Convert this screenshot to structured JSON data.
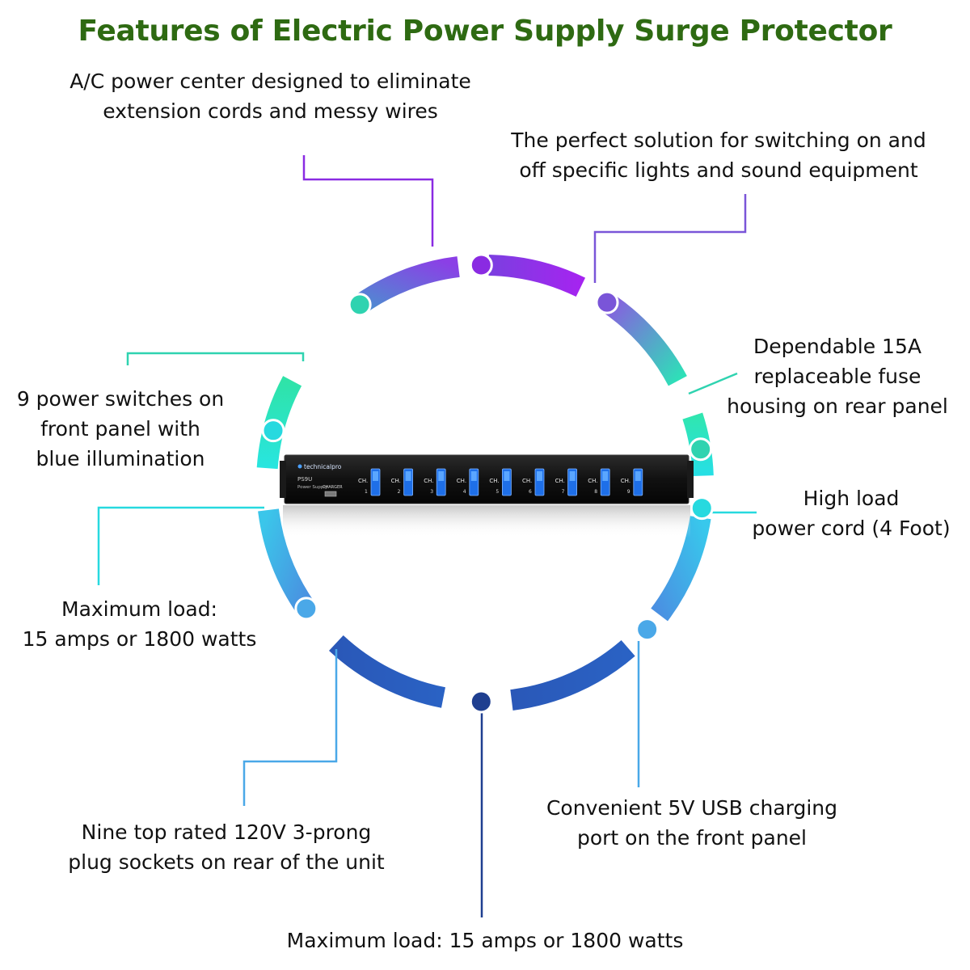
{
  "title": "Features of Electric Power Supply Surge Protector",
  "colors": {
    "title": "#2e6a12",
    "purple": "#8a2be2",
    "violet": "#7a55d8",
    "teal": "#2fd3b0",
    "cyan": "#27d9df",
    "sky": "#4aa8e8",
    "blue": "#2a5fbe",
    "navy": "#1f3f90"
  },
  "features": [
    {
      "id": "ac-power-center",
      "lines": [
        "A/C power center designed to eliminate",
        "extension cords and messy wires"
      ]
    },
    {
      "id": "switching-solution",
      "lines": [
        "The perfect solution for switching on and",
        "off specific lights and sound equipment"
      ]
    },
    {
      "id": "fuse-housing",
      "lines": [
        "Dependable 15A",
        "replaceable fuse",
        "housing on rear panel"
      ]
    },
    {
      "id": "power-cord",
      "lines": [
        "High load",
        "power cord (4 Foot)"
      ]
    },
    {
      "id": "usb-port",
      "lines": [
        "Convenient 5V USB charging",
        "port on the front panel"
      ]
    },
    {
      "id": "max-load-bottom",
      "lines": [
        "Maximum load: 15 amps or 1800 watts"
      ]
    },
    {
      "id": "plug-sockets",
      "lines": [
        "Nine top rated 120V 3-prong",
        "plug sockets on rear of the unit"
      ]
    },
    {
      "id": "max-load-left",
      "lines": [
        "Maximum load:",
        "15 amps or 1800 watts"
      ]
    },
    {
      "id": "power-switches",
      "lines": [
        "9 power switches on",
        "front panel with",
        "blue illumination"
      ]
    }
  ],
  "device": {
    "brand": "technicalpro",
    "model": "PS9U",
    "subtitle": "Power Supply",
    "charger_label": "CHARGER",
    "channel_prefix": "CH.",
    "channels": [
      "1",
      "2",
      "3",
      "4",
      "5",
      "6",
      "7",
      "8",
      "9"
    ]
  }
}
